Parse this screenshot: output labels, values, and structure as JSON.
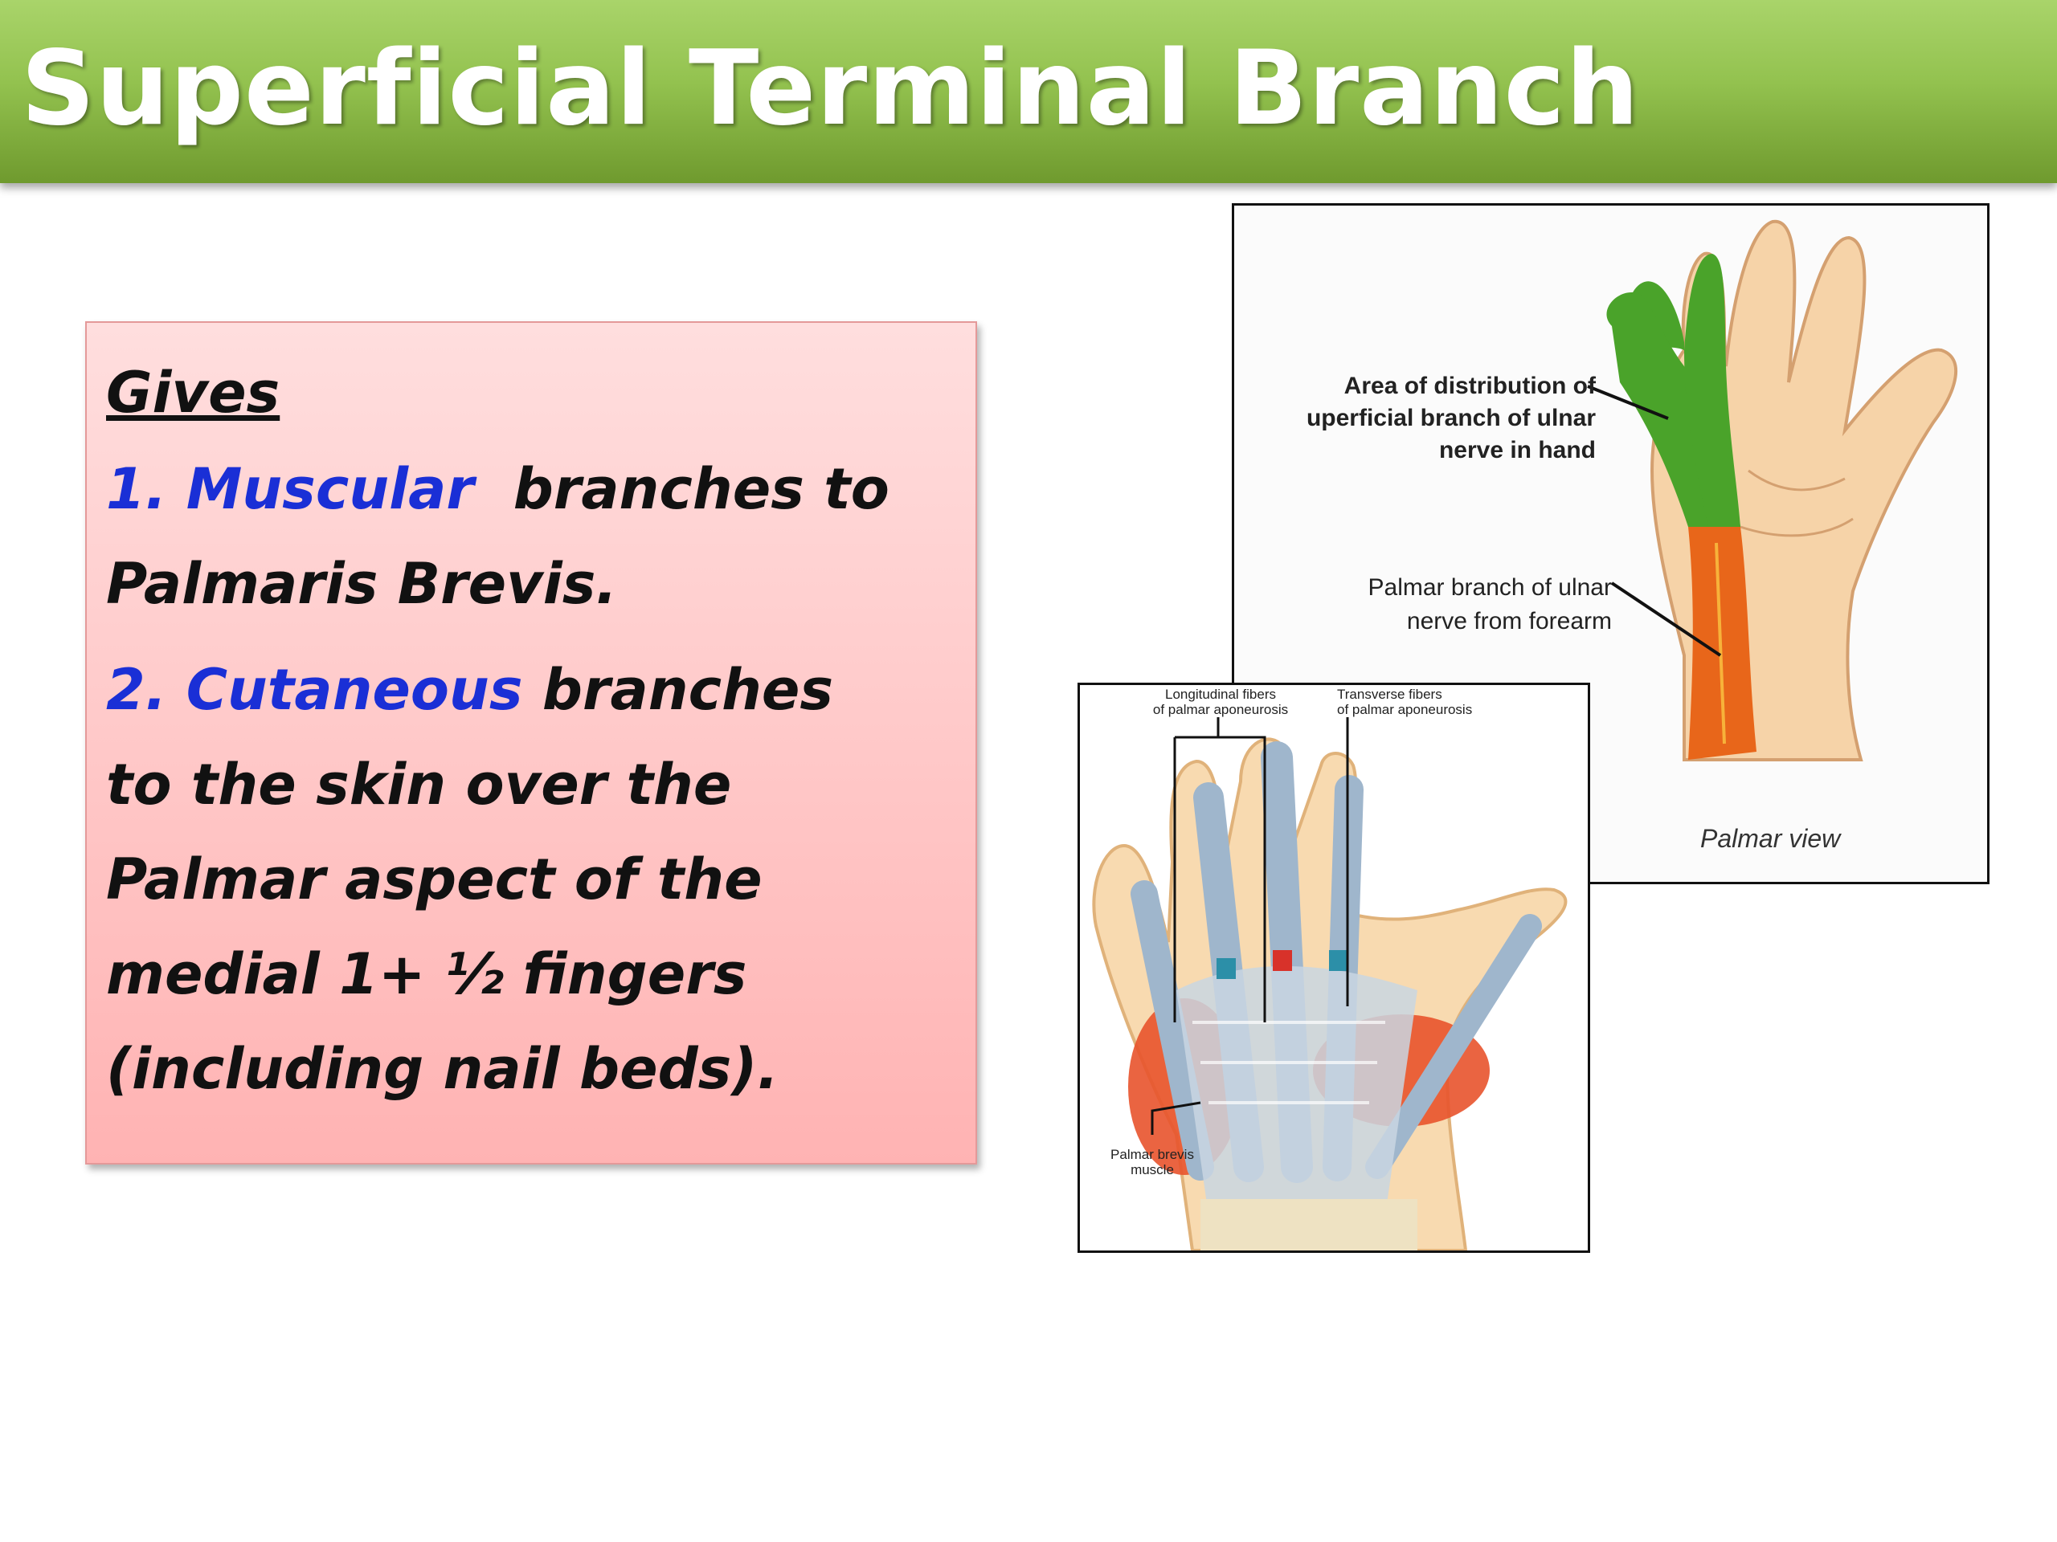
{
  "slide": {
    "title": "Superficial Terminal Branch"
  },
  "content": {
    "heading": "Gives",
    "item1_num": "1.",
    "item1_key": "Muscular",
    "item1_rest_line1": "branches to",
    "item1_rest_line2": "Palmaris Brevis.",
    "item2_num": "2.",
    "item2_key": "Cutaneous",
    "item2_line1_rest": "branches",
    "item2_line2": "to the skin over the",
    "item2_line3": "Palmar aspect of the",
    "item2_line4": "medial 1+ ½ fingers",
    "item2_line5": "(including nail beds)."
  },
  "figure_top": {
    "label_area_1": "Area of distribution of",
    "label_area_2": "uperficial branch of ulnar",
    "label_area_3": "nerve in hand",
    "label_palmar_1": "Palmar branch of ulnar",
    "label_palmar_2": "nerve from forearm",
    "caption": "Palmar view"
  },
  "figure_bottom": {
    "label_long_1": "Longitudinal fibers",
    "label_long_2": "of palmar aponeurosis",
    "label_trans_1": "Transverse fibers",
    "label_trans_2": "of palmar aponeurosis",
    "label_brevis_1": "Palmar brevis",
    "label_brevis_2": "muscle"
  },
  "colors": {
    "title_green": "#93c24f",
    "heading_red": "#c00000",
    "keyword_blue": "#1a2fd6",
    "box_pink": "#ffc4c4",
    "nerve_green": "#4aa32a",
    "nerve_orange": "#e8661a"
  }
}
